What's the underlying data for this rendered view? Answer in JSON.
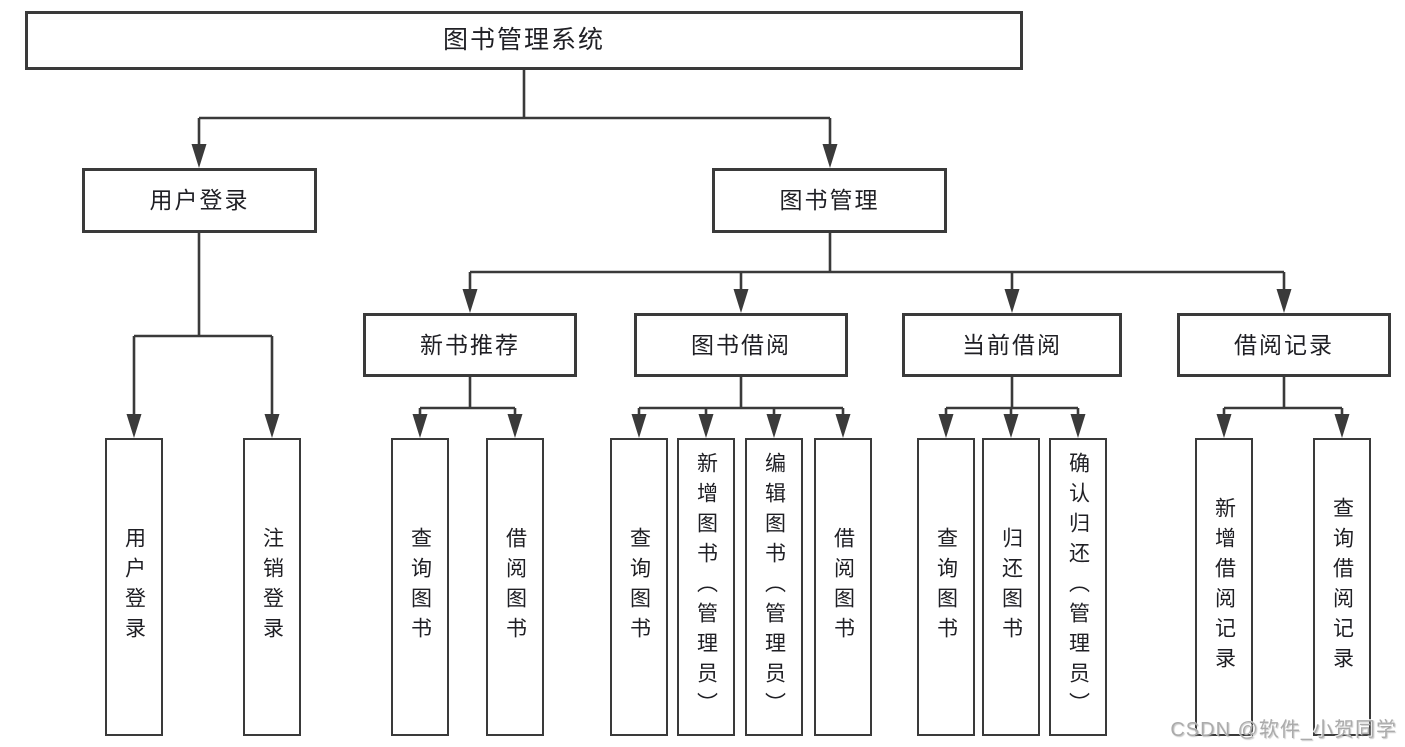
{
  "diagram": {
    "root": {
      "label": "图书管理系统"
    },
    "branches": [
      {
        "label": "用户登录",
        "leaves": [
          {
            "label": "用户登录"
          },
          {
            "label": "注销登录"
          }
        ]
      },
      {
        "label": "图书管理",
        "children": [
          {
            "label": "新书推荐",
            "leaves": [
              {
                "label": "查询图书"
              },
              {
                "label": "借阅图书"
              }
            ]
          },
          {
            "label": "图书借阅",
            "leaves": [
              {
                "label": "查询图书"
              },
              {
                "label": "新增图书（管理员）"
              },
              {
                "label": "编辑图书（管理员）"
              },
              {
                "label": "借阅图书"
              }
            ]
          },
          {
            "label": "当前借阅",
            "leaves": [
              {
                "label": "查询图书"
              },
              {
                "label": "归还图书"
              },
              {
                "label": "确认归还（管理员）"
              }
            ]
          },
          {
            "label": "借阅记录",
            "leaves": [
              {
                "label": "新增借阅记录"
              },
              {
                "label": "查询借阅记录"
              }
            ]
          }
        ]
      }
    ]
  },
  "watermark": {
    "text": "CSDN @软件_小贺同学"
  },
  "colors": {
    "line": "#3a3a3a",
    "box_border": "#3a3a3a",
    "box_fill": "#ffffff",
    "text": "#1f1f24",
    "watermark": "#ababab",
    "background": "#ffffff"
  }
}
